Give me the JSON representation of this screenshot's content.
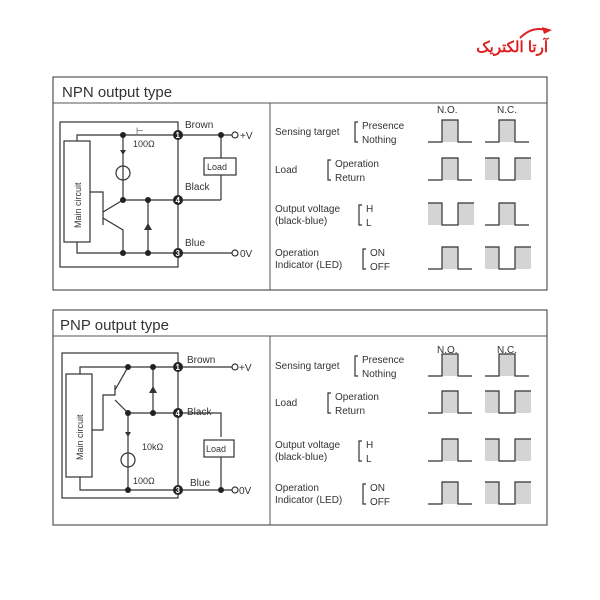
{
  "logo": {
    "text": "آرتا الکتریک",
    "color": "#e02020"
  },
  "colors": {
    "wave_fill": "#d4d4d4",
    "line": "#333333",
    "border": "#555555"
  },
  "panels": [
    {
      "id": "npn",
      "title": "NPN output type",
      "circuit": {
        "main_circuit": "Main circuit",
        "brown": "Brown",
        "black": "Black",
        "blue": "Blue",
        "plus_v": "+V",
        "zero_v": "0V",
        "load": "Load",
        "resistor_1": "100Ω",
        "pins": [
          "1",
          "4",
          "3"
        ]
      },
      "timing": {
        "col_no": "N.O.",
        "col_nc": "N.C.",
        "rows": [
          {
            "label": [
              "Sensing target"
            ],
            "states": [
              "Presence",
              "Nothing"
            ],
            "no": "pulse",
            "nc": "pulse"
          },
          {
            "label": [
              "Load"
            ],
            "states": [
              "Operation",
              "Return"
            ],
            "no": "pulse",
            "nc": "inverse"
          },
          {
            "label": [
              "Output voltage",
              "(black-blue)"
            ],
            "states": [
              "H",
              "L"
            ],
            "no": "inverse",
            "nc": "pulse"
          },
          {
            "label": [
              "Operation",
              "Indicator (LED)"
            ],
            "states": [
              "ON",
              "OFF"
            ],
            "no": "pulse",
            "nc": "inverse"
          }
        ]
      }
    },
    {
      "id": "pnp",
      "title": "PNP output type",
      "circuit": {
        "main_circuit": "Main circuit",
        "brown": "Brown",
        "black": "Black",
        "blue": "Blue",
        "plus_v": "+V",
        "zero_v": "0V",
        "load": "Load",
        "resistor_1": "10kΩ",
        "resistor_2": "100Ω",
        "pins": [
          "1",
          "4",
          "3"
        ]
      },
      "timing": {
        "col_no": "N.O.",
        "col_nc": "N.C.",
        "rows": [
          {
            "label": [
              "Sensing target"
            ],
            "states": [
              "Presence",
              "Nothing"
            ],
            "no": "pulse",
            "nc": "pulse"
          },
          {
            "label": [
              "Load"
            ],
            "states": [
              "Operation",
              "Return"
            ],
            "no": "pulse",
            "nc": "inverse"
          },
          {
            "label": [
              "Output voltage",
              "(black-blue)"
            ],
            "states": [
              "H",
              "L"
            ],
            "no": "pulse",
            "nc": "inverse"
          },
          {
            "label": [
              "Operation",
              "Indicator (LED)"
            ],
            "states": [
              "ON",
              "OFF"
            ],
            "no": "pulse",
            "nc": "inverse"
          }
        ]
      }
    }
  ]
}
